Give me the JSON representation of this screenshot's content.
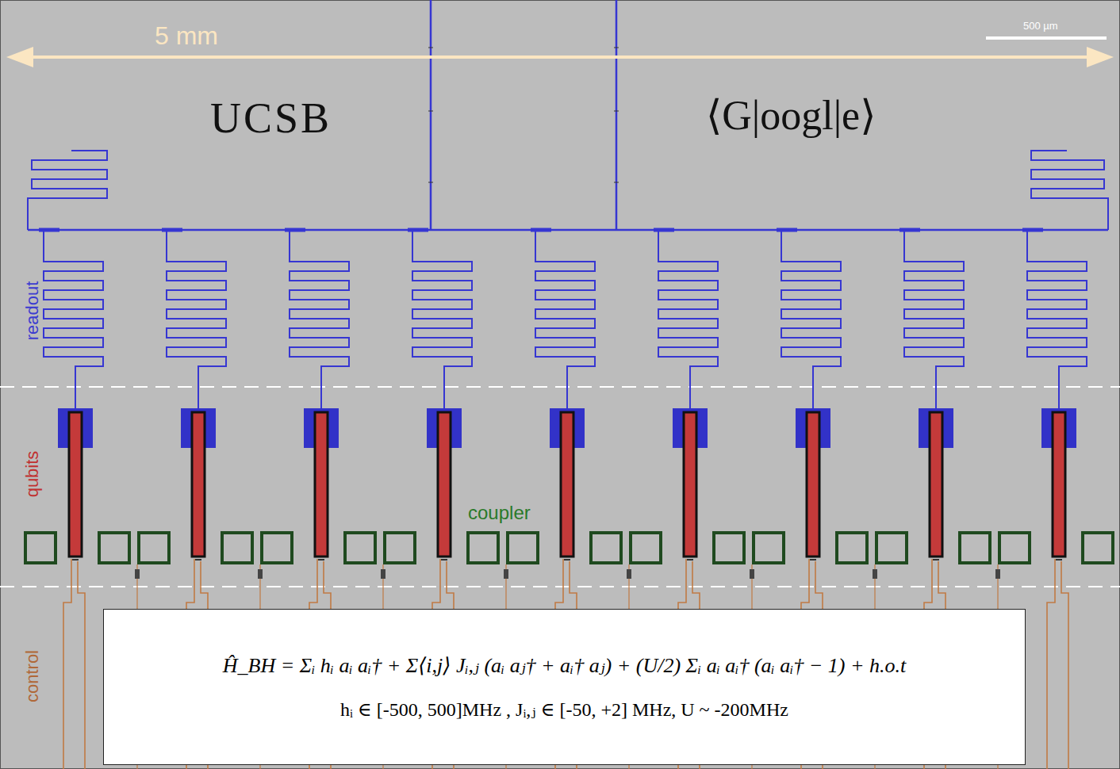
{
  "diagram": {
    "nodes": [
      {
        "text": [
          "Ĥ_BH = Σᵢ hᵢ aᵢ aᵢ† + Σ⟨i,j⟩ Jᵢ,ⱼ (aᵢ aⱼ† + aᵢ† aⱼ) + (U/2) Σᵢ aᵢ aᵢ† (aᵢ aᵢ† − 1) + h.o.t",
          "hᵢ ∈ [-500, 500]MHz , Jᵢ,ⱼ ∈ [-50, +2] MHz, U ~ -200MHz"
        ]
      }
    ],
    "labels": [
      "5 mm",
      "500 µm",
      "UCSB",
      "⟨G|oogl|e⟩",
      "readout",
      "qubits",
      "coupler",
      "control"
    ]
  }
}
